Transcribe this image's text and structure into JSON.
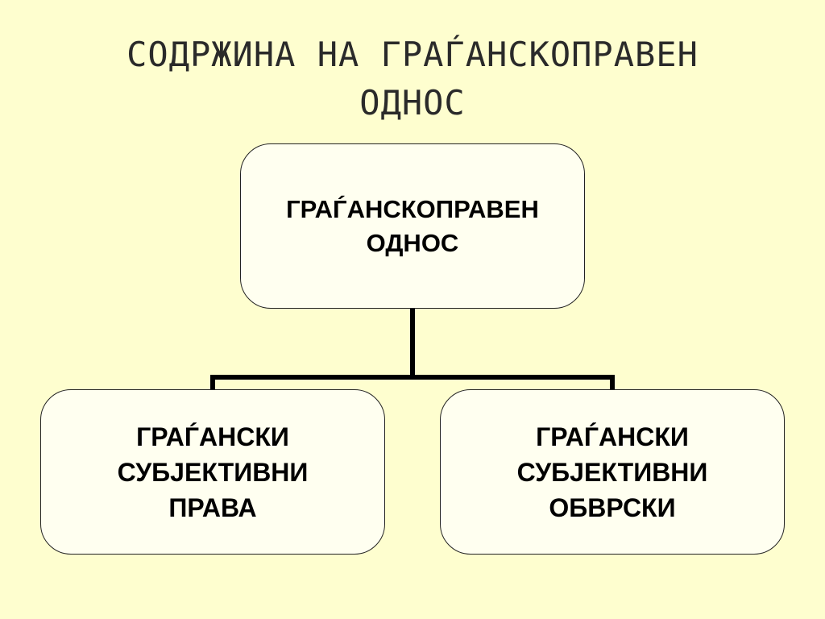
{
  "slide": {
    "title_line1": "СОДРЖИНА НА ГРАЃАНСКОПРАВЕН",
    "title_line2": "ОДНОС"
  },
  "diagram": {
    "root": {
      "line1": "ГРАЃАНСКОПРАВЕН",
      "line2": "ОДНОС"
    },
    "children": [
      {
        "line1": "ГРАЃАНСКИ",
        "line2": "СУБЈЕКТИВНИ",
        "line3": "ПРАВА"
      },
      {
        "line1": "ГРАЃАНСКИ",
        "line2": "СУБЈЕКТИВНИ",
        "line3": "ОБВРСКИ"
      }
    ]
  },
  "colors": {
    "background": "#fefecf",
    "box_fill": "#fffff0",
    "lines": "#000000"
  }
}
